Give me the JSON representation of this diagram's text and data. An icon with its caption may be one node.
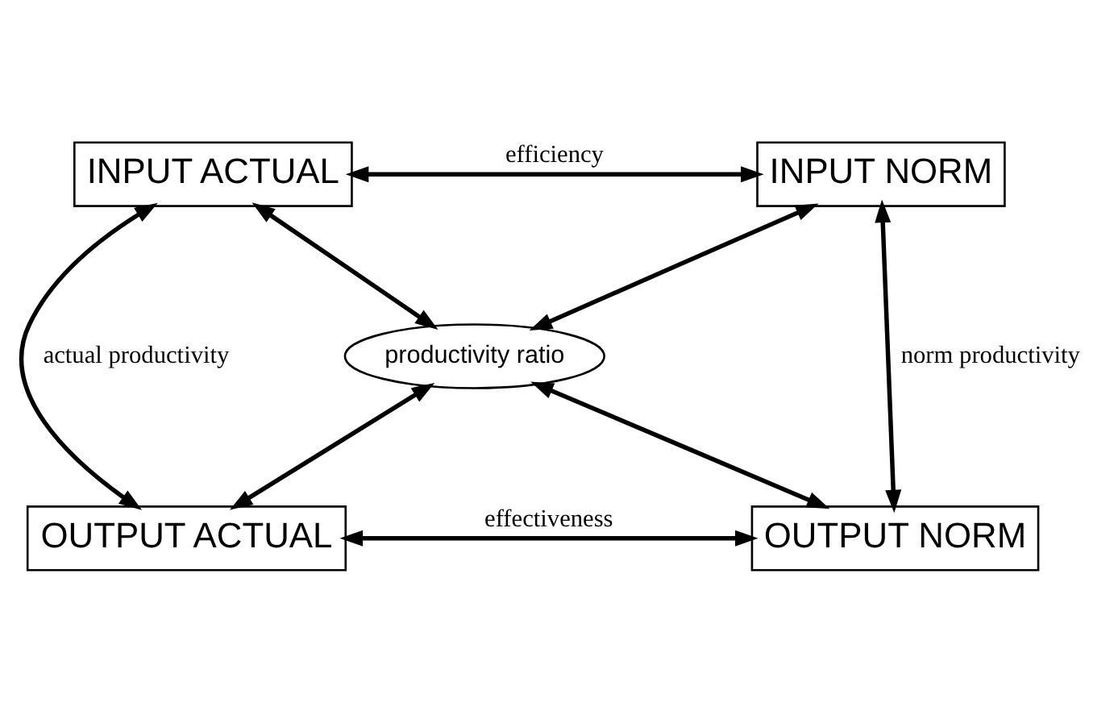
{
  "diagram": {
    "nodes": [
      {
        "text": [
          "INPUT ACTUAL"
        ]
      },
      {
        "text": [
          "INPUT NORM"
        ]
      },
      {
        "text": [
          "productivity ratio"
        ]
      },
      {
        "text": [
          "OUTPUT ACTUAL"
        ]
      },
      {
        "text": [
          "OUTPUT NORM"
        ]
      }
    ],
    "edges": [
      {
        "from": 0,
        "to": 1,
        "arrow": "both",
        "label": "efficiency"
      },
      {
        "from": 0,
        "to": 2,
        "arrow": "both"
      },
      {
        "from": 1,
        "to": 2,
        "arrow": "both"
      },
      {
        "from": 0,
        "to": 3,
        "arrow": "both",
        "label": "actual productivity"
      },
      {
        "from": 1,
        "to": 4,
        "arrow": "both",
        "label": "norm productivity"
      },
      {
        "from": 3,
        "to": 2,
        "arrow": "both"
      },
      {
        "from": 4,
        "to": 2,
        "arrow": "both"
      },
      {
        "from": 3,
        "to": 4,
        "arrow": "both",
        "label": "effectiveness"
      }
    ]
  }
}
